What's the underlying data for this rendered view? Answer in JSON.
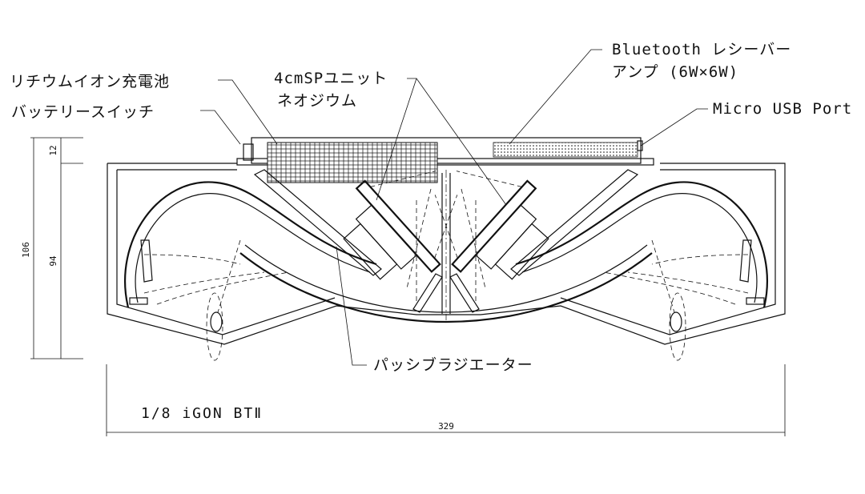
{
  "labels": {
    "battery": "リチウムイオン充電池",
    "battery_switch": "バッテリースイッチ",
    "speaker_unit_line1": "4cmSPユニット",
    "speaker_unit_line2": "ネオジウム",
    "bt_receiver_line1": "Bluetooth レシーバー",
    "bt_receiver_line2": "アンプ (6W×6W)",
    "micro_usb": "Micro USB Port",
    "passive_radiator": "パッシブラジエーター"
  },
  "dimensions": {
    "total_height": "106",
    "top_section": "12",
    "body_height": "94",
    "width": "329"
  },
  "model_name": "1/8 iGON BTⅡ"
}
